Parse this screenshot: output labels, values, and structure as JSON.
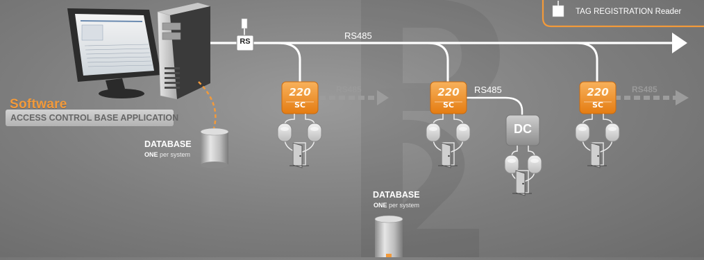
{
  "software": {
    "heading": "Software",
    "app_label": "ACCESS CONTROL BASE APPLICATION"
  },
  "database": {
    "title": "DATABASE",
    "count": "ONE",
    "suffix": " per system"
  },
  "bus": {
    "main": "RS485",
    "branch": "RS485",
    "faint": "RS485"
  },
  "rs_box_label": "RS",
  "controller": {
    "line1": "220",
    "line2": "SC"
  },
  "door_controller": {
    "label": "DC"
  },
  "tag_registration": "TAG REGISTRATION  Reader",
  "colors": {
    "accent_orange": "#f39a3a",
    "controller_orange": "#f08a1f",
    "bus_line": "#ffffff",
    "background": "#838383"
  }
}
